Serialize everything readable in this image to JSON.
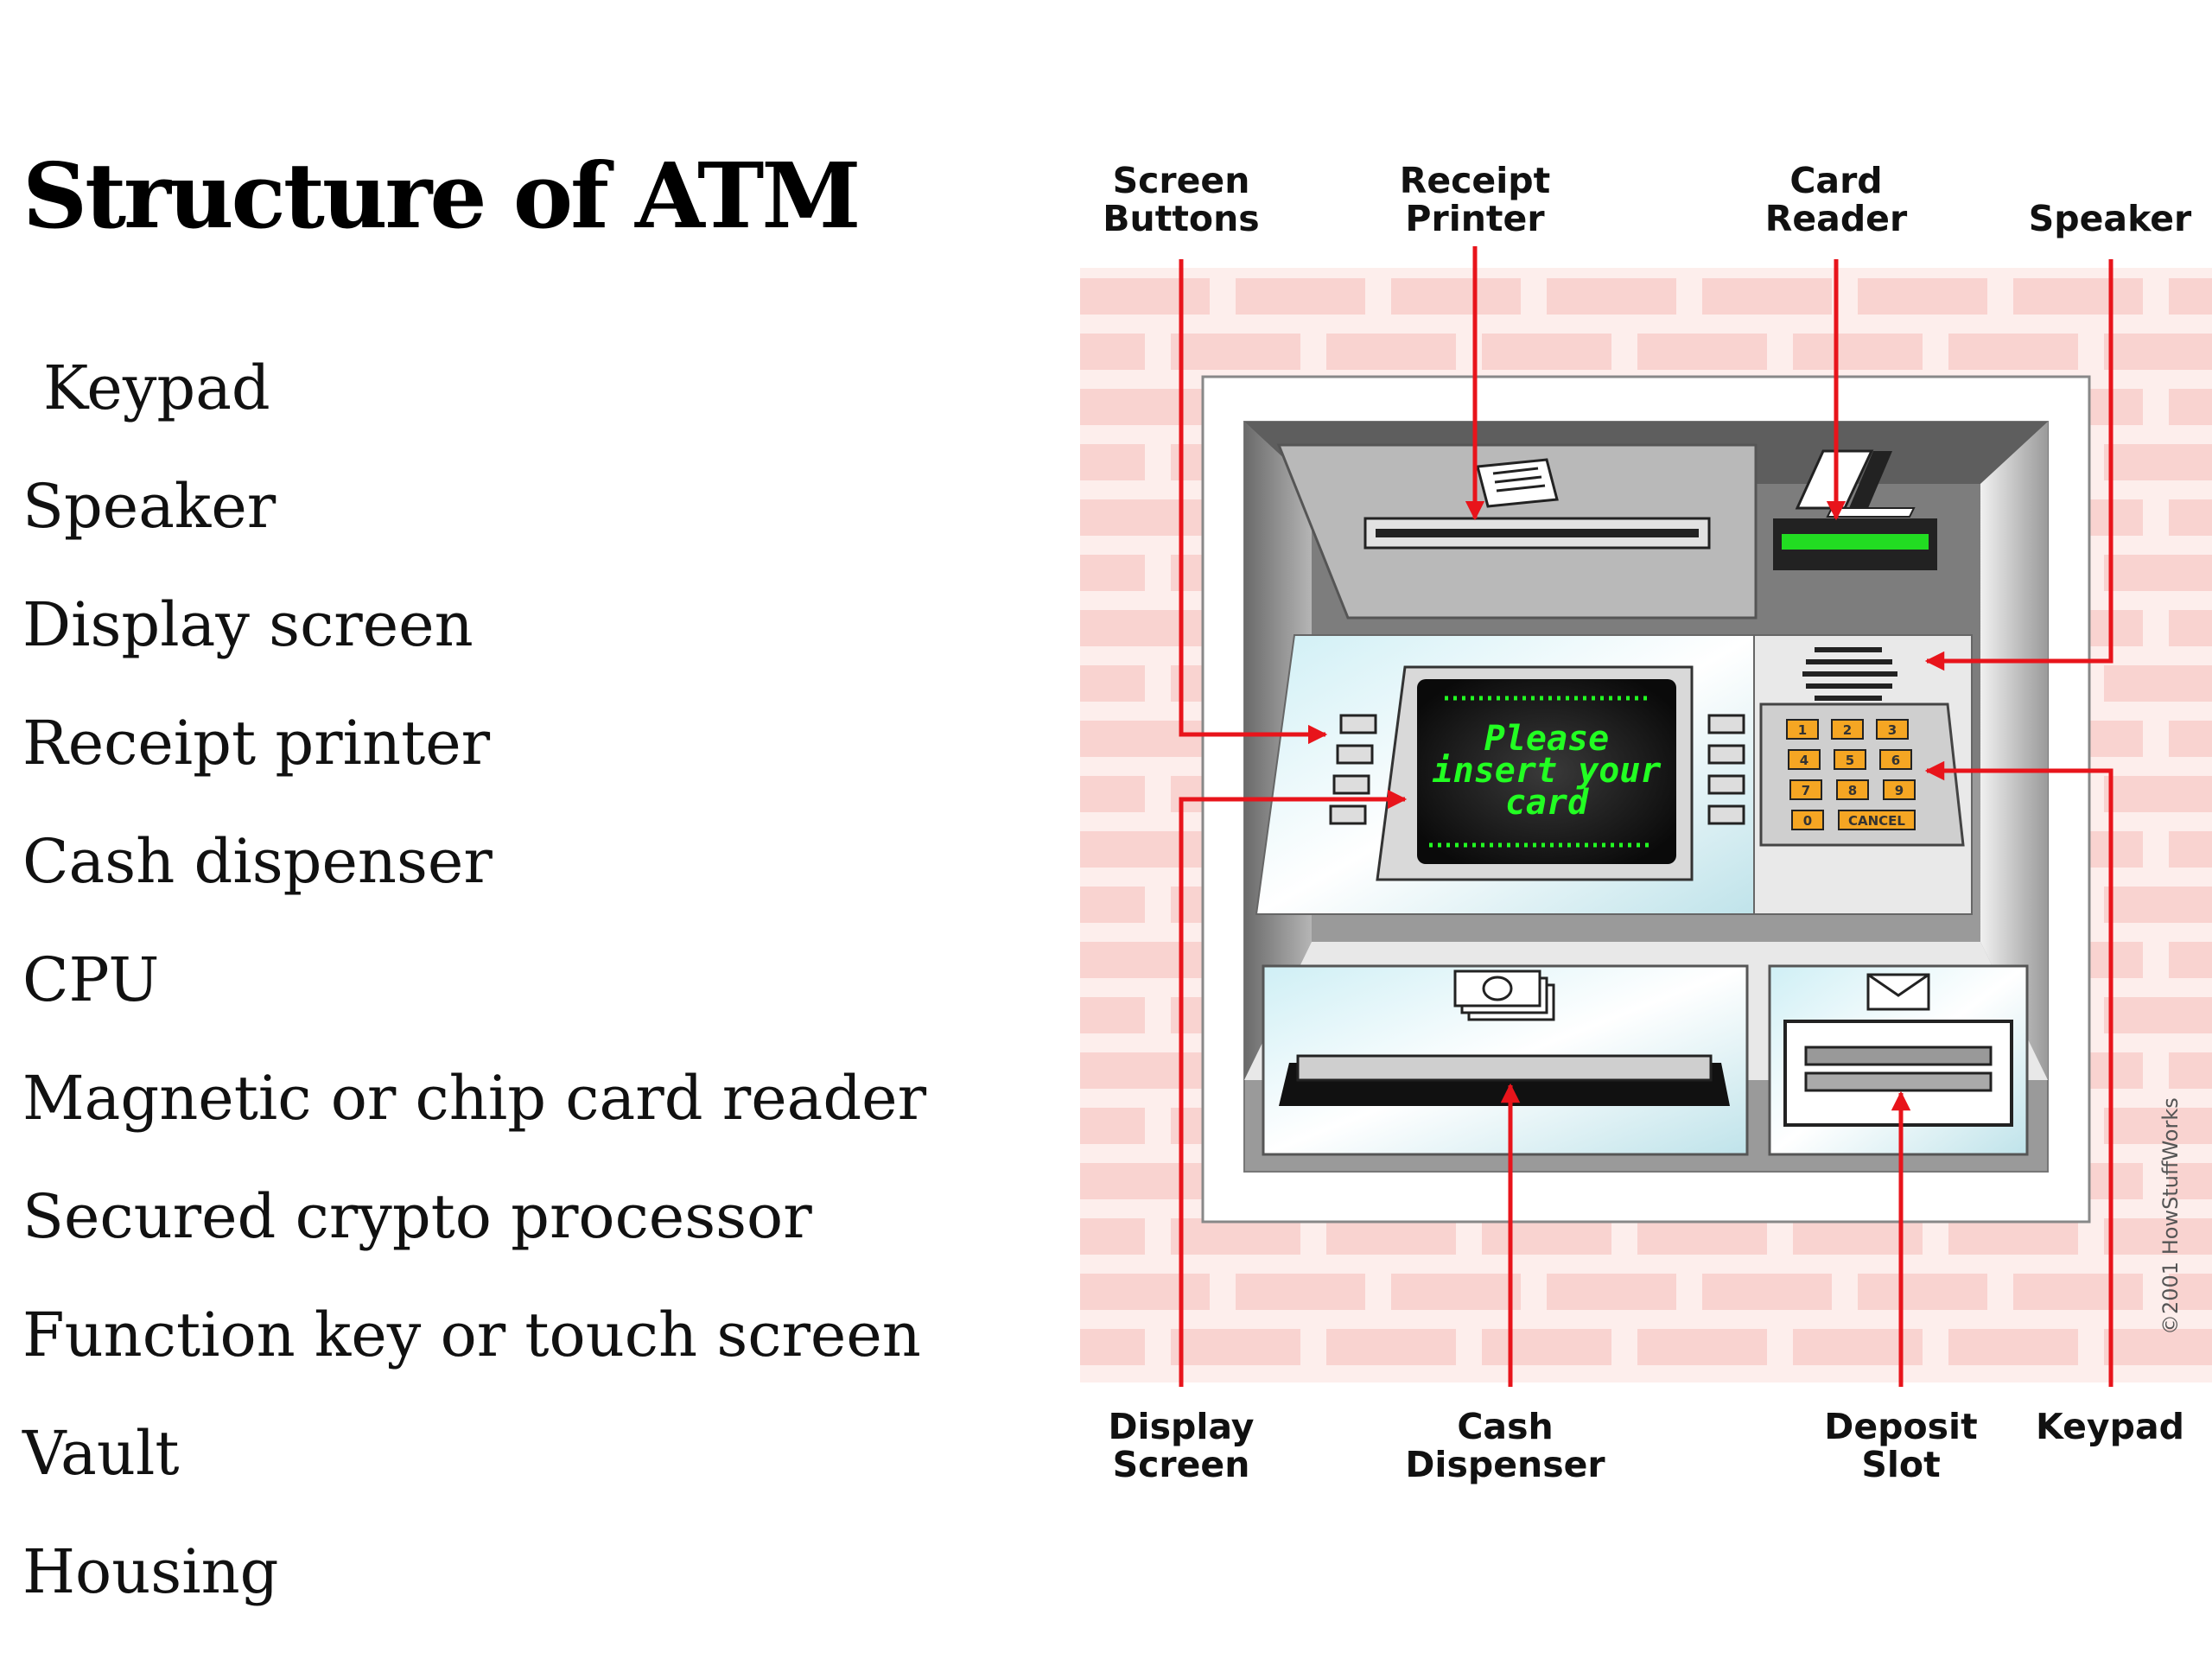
{
  "title": "Structure of ATM",
  "parts": [
    "Keypad",
    "Speaker",
    "Display screen",
    "Receipt printer",
    "Cash dispenser",
    "CPU",
    "Magnetic or chip card reader",
    "Secured crypto processor",
    "Function key or touch screen",
    "Vault",
    "Housing"
  ],
  "diagram": {
    "labels": {
      "screen_buttons": [
        "Screen",
        "Buttons"
      ],
      "receipt_printer": [
        "Receipt",
        "Printer"
      ],
      "card_reader": [
        "Card",
        "Reader"
      ],
      "speaker": "Speaker",
      "display_screen": [
        "Display",
        "Screen"
      ],
      "cash_dispenser": [
        "Cash",
        "Dispenser"
      ],
      "deposit_slot": [
        "Deposit",
        "Slot"
      ],
      "keypad": "Keypad"
    },
    "screen_message": [
      "Please",
      "insert your",
      "card"
    ],
    "keys": [
      "1",
      "2",
      "3",
      "4",
      "5",
      "6",
      "7",
      "8",
      "9",
      "0",
      "CANCEL"
    ],
    "copyright": "©2001 HowStuffWorks"
  },
  "colors": {
    "arrow": "#e8141b",
    "brick": "#f9d3d0",
    "screen_text": "#22ff22",
    "key": "#f5a623",
    "card_slot": "#22dd22"
  }
}
